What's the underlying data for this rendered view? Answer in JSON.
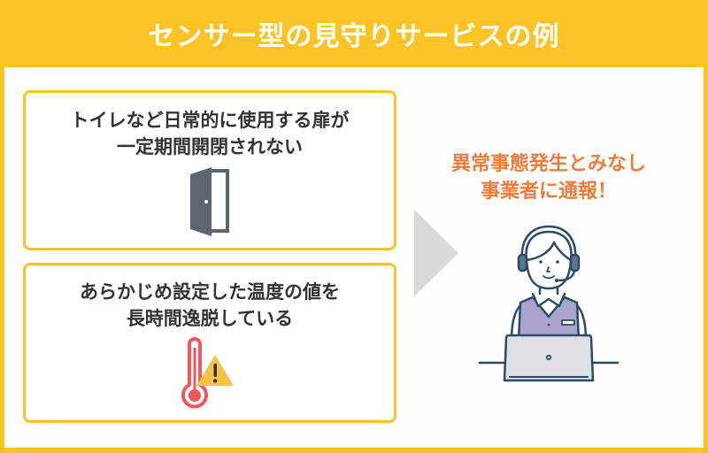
{
  "header": {
    "title": "センサー型の見守りサービスの例"
  },
  "conditions": [
    {
      "line1": "トイレなど日常的に使用する扉が",
      "line2": "一定期間開閉されない",
      "icon": "door-icon"
    },
    {
      "line1": "あらかじめ設定した温度の値を",
      "line2": "長時間逸脱している",
      "icon": "thermometer-warning-icon"
    }
  ],
  "result": {
    "line1": "異常事態発生とみなし",
    "line2": "事業者に通報！",
    "icon": "operator-headset-laptop-icon"
  },
  "colors": {
    "accent_yellow": "#fcc326",
    "alert_orange": "#f07b3a",
    "text_dark": "#333333",
    "door_gray": "#5b6670",
    "thermo_red": "#f0575b",
    "warning_yellow": "#f6c444",
    "vest_purple": "#a9a3cf",
    "arrow_gray": "#d9d9d9"
  }
}
